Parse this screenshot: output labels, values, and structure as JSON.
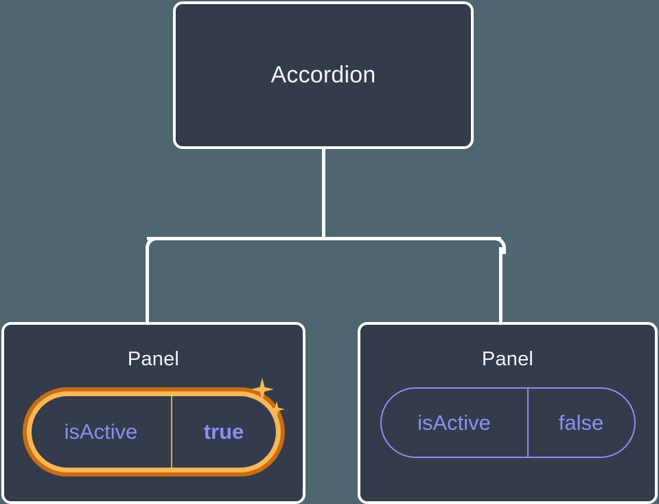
{
  "background_color": "#4d6670",
  "node_fill_color": "#343b4a",
  "node_border_color": "#ffffff",
  "accent_purple": "#8b8ff0",
  "highlight_amber": "#f9b757",
  "highlight_orange": "#c96d10",
  "tree": {
    "root": {
      "title": "Accordion"
    },
    "children": [
      {
        "title": "Panel",
        "highlighted": true,
        "prop": {
          "key": "isActive",
          "value": "true"
        },
        "sparkle_icons": [
          "sparkle-large-icon",
          "sparkle-small-icon"
        ]
      },
      {
        "title": "Panel",
        "highlighted": false,
        "prop": {
          "key": "isActive",
          "value": "false"
        }
      }
    ]
  }
}
